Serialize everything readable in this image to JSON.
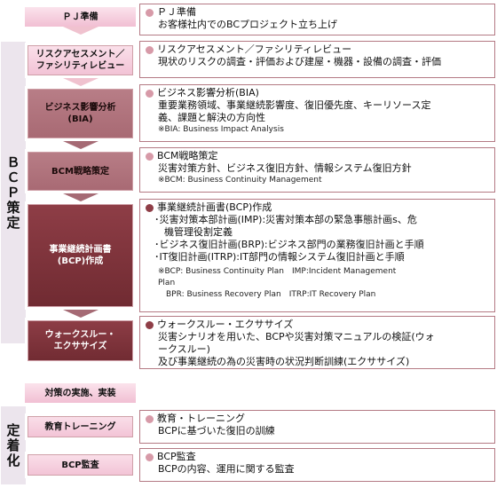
{
  "phases": {
    "bcp": "ＢＣＰ策定",
    "fix": "定着化"
  },
  "steps": [
    {
      "label": "ＰＪ準備"
    },
    {
      "label": "リスクアセスメント／\nファシリティレビュー"
    },
    {
      "label": "ビジネス影響分析\n(BIA)"
    },
    {
      "label": "BCM戦略策定"
    },
    {
      "label": "事業継続計画書\n(BCP)作成"
    },
    {
      "label": "ウォークスルー・\nエクササイズ"
    },
    {
      "label": "対策の実施、実装"
    },
    {
      "label": "教育トレーニング"
    },
    {
      "label": "BCP監査"
    }
  ],
  "descriptions": {
    "pj": {
      "heading": "ＰＪ準備",
      "lines": [
        "お客様社内でのBCプロジェクト立ち上げ"
      ]
    },
    "risk": {
      "heading": "リスクアセスメント／ファシリティレビュー",
      "lines": [
        "現状のリスクの調査・評価および建屋・機器・設備の調査・評価"
      ]
    },
    "bia": {
      "heading": "ビジネス影響分析(BIA)",
      "lines": [
        "重要業務領域、事業継続影響度、復旧優先度、キーリソース定",
        "義、課題と解決の方向性"
      ],
      "note": "※BIA: Business Impact Analysis"
    },
    "bcm": {
      "heading": "BCM戦略策定",
      "lines": [
        "災害対策方針、ビジネス復旧方針、情報システム復旧方針"
      ],
      "note": "※BCM: Business Continuity Management"
    },
    "bcp": {
      "heading": "事業継続計画書(BCP)作成",
      "lines": [
        "･災害対策本部計画(IMP):災害対策本部の緊急事態計画s、危",
        "　機管理役割定義",
        "･ビジネス復旧計画(BRP):ビジネス部門の業務復旧計画と手順",
        "･IT復旧計画(ITRP):IT部門の情報システム復旧計画と手順"
      ],
      "note1": "※BCP: Business Continuity Plan　IMP:Incident Management",
      "note2": "Plan",
      "note3": "　BPR: Business Recovery Plan　ITRP:IT Recovery Plan"
    },
    "walk": {
      "heading": "ウォークスルー・エクササイズ",
      "lines": [
        "災害シナリオを用いた、BCPや災害対策マニュアルの検証(ウォ",
        "ークスルー)",
        "及び事業継続の為の災害時の状況判断訓練(エクササイズ)"
      ]
    },
    "edu": {
      "heading": "教育・トレーニング",
      "lines": [
        "BCPに基づいた復旧の訓練"
      ]
    },
    "audit": {
      "heading": "BCP監査",
      "lines": [
        "BCPの内容、運用に関する監査"
      ]
    }
  }
}
